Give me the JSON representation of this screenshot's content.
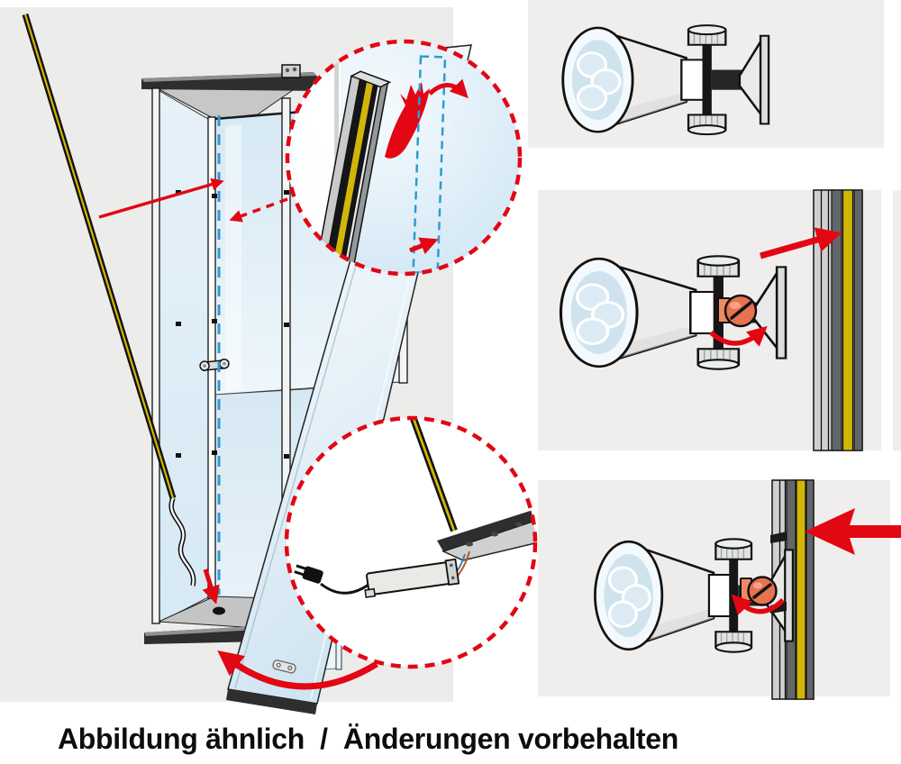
{
  "caption": "Abbildung ähnlich  /  Änderungen vorbehalten",
  "colors": {
    "page_bg": "#ffffff",
    "backdrop_bg": "#ececea",
    "panel_bg": "#efeeec",
    "accent_red": "#e30613",
    "guide_blue": "#2f9ad0",
    "strip_yellow": "#d2b606",
    "cabinet_dark": "#2e2e2e",
    "glass_blue": "#d8eaf5",
    "knob_orange": "#e8714f",
    "caption_color": "#0d0d0d"
  },
  "illustrations": {
    "main_scene": "glass-display-cabinet-with-led-light-strip",
    "detail_top": "peel-adhesive-backing-and-stick-strip",
    "detail_bottom": "transformer-power-supply-with-plug",
    "step_panels": [
      {
        "name": "spotlight-overview"
      },
      {
        "name": "spotlight-slide-onto-profile"
      },
      {
        "name": "spotlight-clamped-tighten-knob"
      }
    ]
  }
}
